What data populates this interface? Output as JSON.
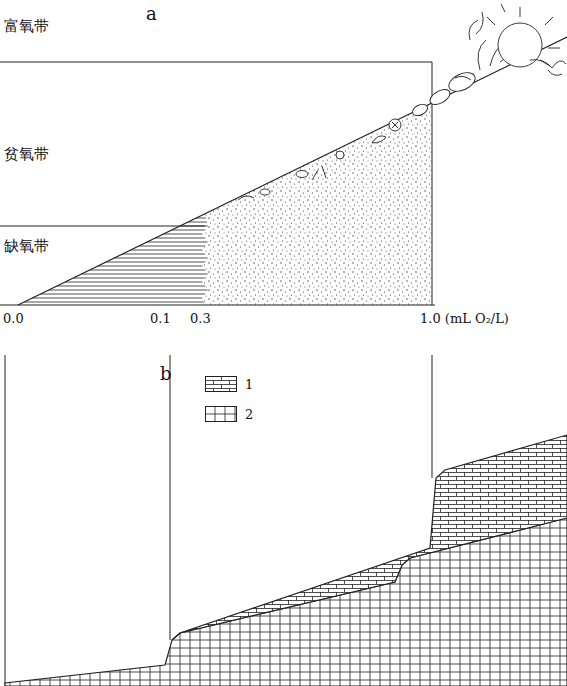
{
  "diagram": {
    "labels": [
      "a",
      "富氧带",
      "贫氧带",
      "缺氧带",
      "0.0",
      "0.1",
      "0.3",
      "1.0 (mL O₂/L)",
      "b"
    ],
    "legend": [
      {
        "text": "1"
      },
      {
        "text": "2"
      }
    ]
  }
}
